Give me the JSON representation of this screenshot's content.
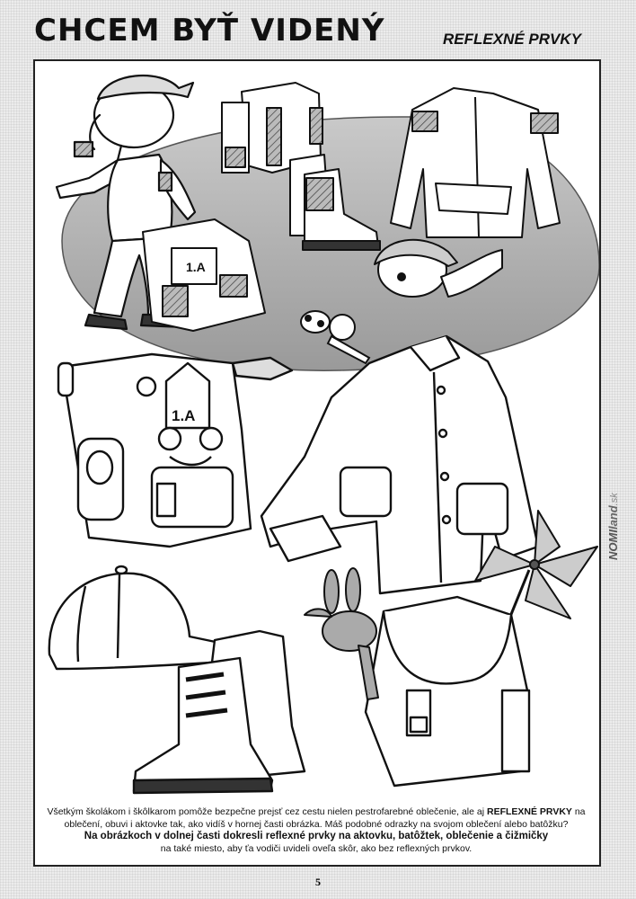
{
  "header": {
    "title": "CHCEM BYŤ VIDENÝ",
    "subtitle": "REFLEXNÉ PRVKY"
  },
  "illustration": {
    "aktovka_label": "1.A",
    "brand": {
      "part1": "NOMI",
      "part2": "land",
      "part3": ".sk"
    }
  },
  "instructions": {
    "line1_before": "Všetkým školákom i škôlkarom pomôže bezpečne prejsť cez cestu nielen pestrofarebné oblečenie, ale aj ",
    "line1_highlight": "REFLEXNÉ PRVKY",
    "line1_after": " na oblečení, obuvi i aktovke tak, ako vidíš v hornej časti obrázka. Máš podobné odrazky na svojom oblečení alebo batôžku?",
    "task": "Na obrázkoch v dolnej časti dokresli reflexné prvky na aktovku, batôžtek, oblečenie a čižmičky",
    "line3": "na také miesto, aby ťa vodiči uvideli oveľa skôr, ako bez reflexných prvkov."
  },
  "footer": {
    "page_number": "5"
  }
}
